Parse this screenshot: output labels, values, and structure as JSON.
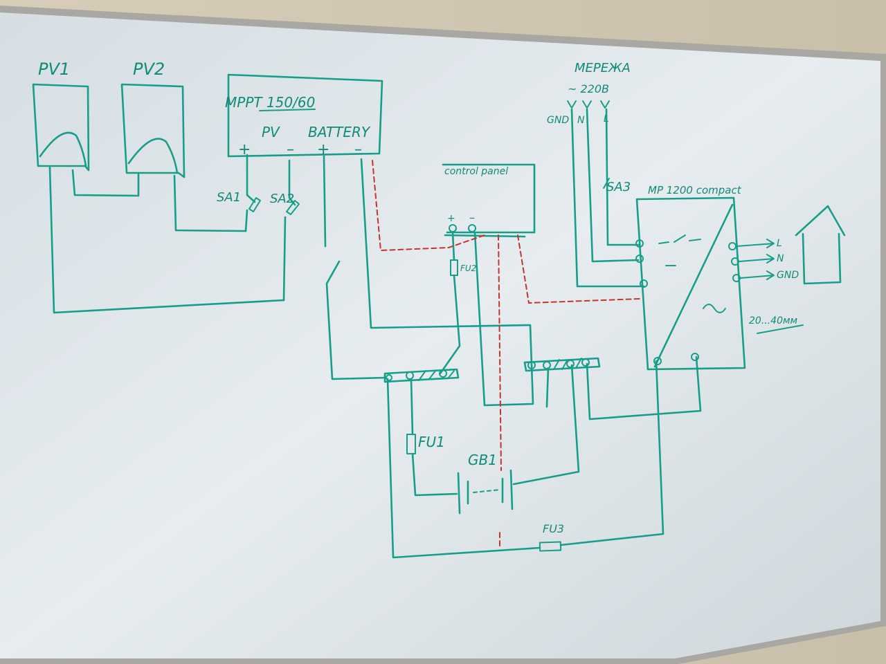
{
  "labels": {
    "pv1": "PV1",
    "pv2": "PV2",
    "mppt": "MPPT 150/60",
    "mppt_pv": "PV",
    "mppt_battery": "BATTERY",
    "plus1": "+",
    "minus1": "–",
    "plus2": "+",
    "minus2": "–",
    "sa1": "SA1",
    "sa2": "SA2",
    "control_panel": "control panel",
    "cp_plus": "+",
    "cp_minus": "–",
    "fu2": "FU2",
    "fu1": "FU1",
    "fu3": "FU3",
    "gb1": "GB1",
    "grid": "МЕРЕЖА",
    "grid_voltage": "~ 220В",
    "gnd_in": "GND",
    "n_in": "N",
    "l_in": "L",
    "sa3": "SA3",
    "inverter": "MP 1200 compact",
    "out_l": "L",
    "out_n": "N",
    "out_gnd": "GND",
    "cable": "20...40мм"
  },
  "colors": {
    "marker": "#169e8a",
    "signal": "#c8322e",
    "board": "#dfe6ea",
    "frame": "#a9a9a6",
    "wall": "#cfc6b4"
  }
}
